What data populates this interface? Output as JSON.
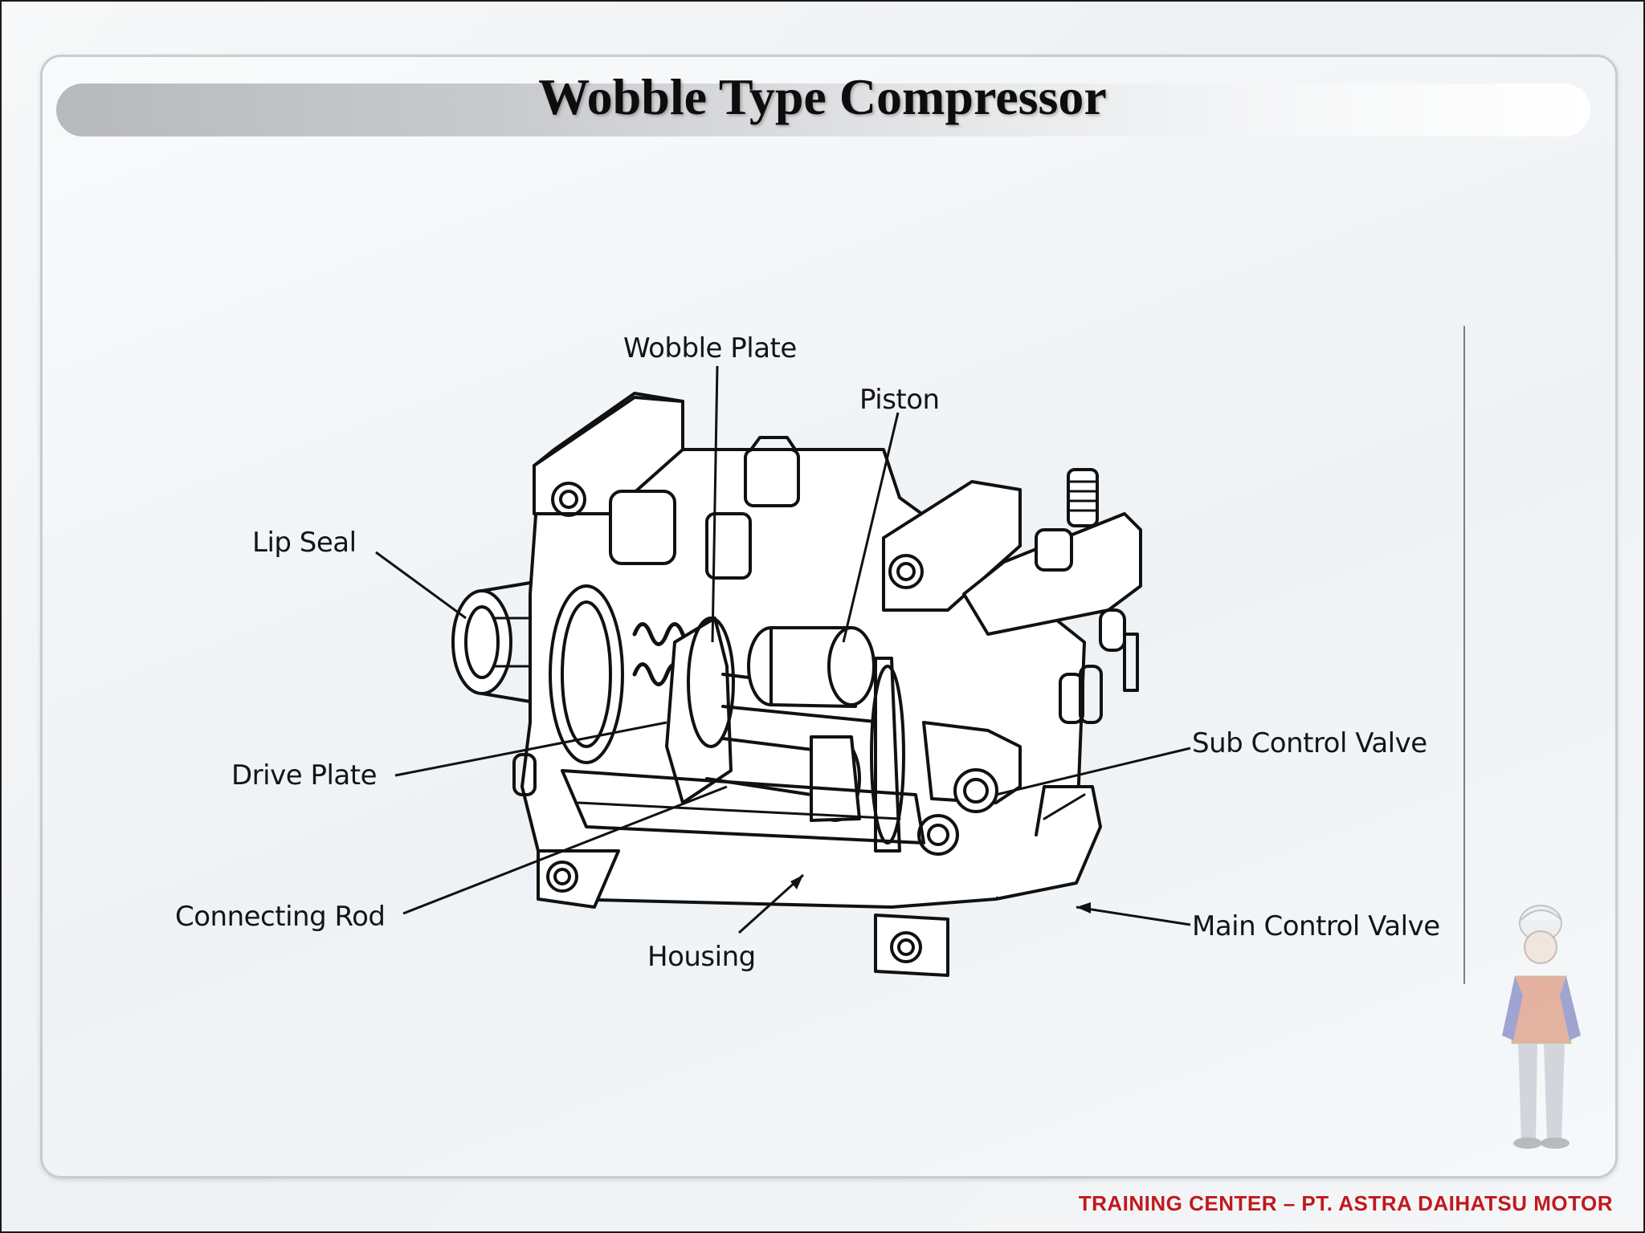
{
  "slide": {
    "title": "Wobble Type Compressor",
    "footer": "TRAINING CENTER – PT. ASTRA DAIHATSU MOTOR"
  },
  "diagram": {
    "callouts": {
      "wobble_plate": "Wobble Plate",
      "piston": "Piston",
      "lip_seal": "Lip Seal",
      "drive_plate": "Drive Plate",
      "connecting_rod": "Connecting Rod",
      "housing": "Housing",
      "sub_control_valve": "Sub Control Valve",
      "main_control_valve": "Main Control Valve"
    }
  },
  "colors": {
    "title": "#0d0d0d",
    "footer": "#c0191c",
    "line_art": "#111111"
  }
}
